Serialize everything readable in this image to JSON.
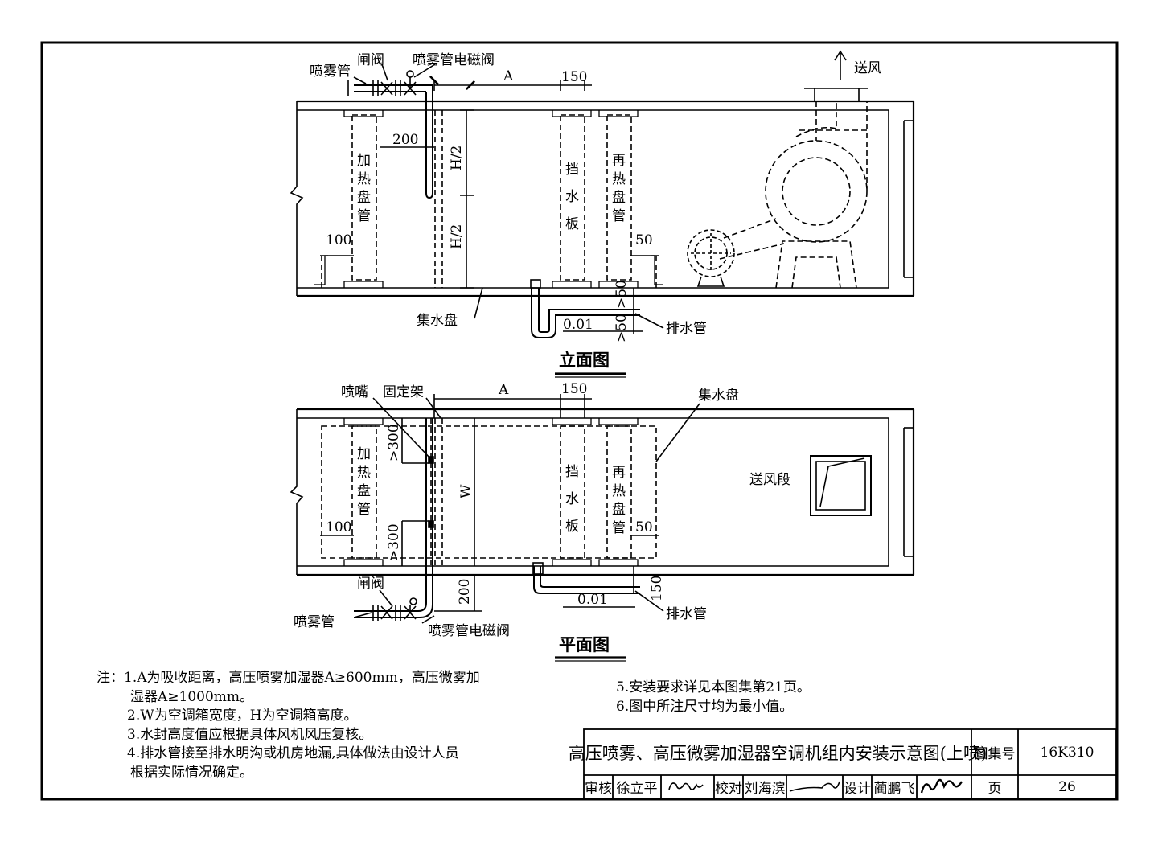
{
  "elevation": {
    "caption": "立面图",
    "labels": {
      "spray_pipe": "喷雾管",
      "gate_valve": "闸阀",
      "solenoid_valve": "喷雾管电磁阀",
      "supply_air": "送风",
      "heating_coil": [
        "加",
        "热",
        "盘",
        "管"
      ],
      "baffle": [
        "挡",
        "水",
        "板"
      ],
      "reheat_coil": [
        "再",
        "热",
        "盘",
        "管"
      ],
      "drain_pan": "集水盘",
      "drain_pipe": "排水管"
    },
    "dims": {
      "a": "A",
      "d150": "150",
      "d200": "200",
      "h2_top": "H/2",
      "h2_bottom": "H/2",
      "d100": "100",
      "d50": "50",
      "slope": "0.01",
      "s50a": ">50",
      "s50b": ">50"
    }
  },
  "plan": {
    "caption": "平面图",
    "labels": {
      "nozzle": "喷嘴",
      "fixing_frame": "固定架",
      "drain_pan": "集水盘",
      "supply_section": "送风段",
      "heating_coil": [
        "加",
        "热",
        "盘",
        "管"
      ],
      "baffle": [
        "挡",
        "水",
        "板"
      ],
      "reheat_coil": [
        "再",
        "热",
        "盘",
        "管"
      ],
      "gate_valve": "闸阀",
      "spray_pipe": "喷雾管",
      "solenoid_valve": "喷雾管电磁阀",
      "drain_pipe": "排水管"
    },
    "dims": {
      "a": "A",
      "d150": "150",
      "s300a": ">300",
      "s300b": ">300",
      "w": "W",
      "d100": "100",
      "d50": "50",
      "d200": "200",
      "slope": "0.01",
      "d150b": "150"
    }
  },
  "notes": {
    "lines": [
      "注：1.A为吸收距离，高压喷雾加湿器A≥600mm，高压微雾加",
      "湿器A≥1000mm。",
      "2.W为空调箱宽度，H为空调箱高度。",
      "3.水封高度值应根据具体风机风压复核。",
      "4.排水管接至排水明沟或机房地漏,具体做法由设计人员",
      "根据实际情况确定。"
    ],
    "right_lines": [
      "5.安装要求详见本图集第21页。",
      "6.图中所注尺寸均为最小值。"
    ]
  },
  "title_block": {
    "title": "高压喷雾、高压微雾加湿器空调机组内安装示意图(上喷)",
    "atlas_label": "图集号",
    "atlas_no": "16K310",
    "review_label": "审核",
    "reviewer": "徐立平",
    "check_label": "校对",
    "checker": "刘海滨",
    "design_label": "设计",
    "designer": "蔺鹏飞",
    "page_label": "页",
    "page_no": "26"
  }
}
